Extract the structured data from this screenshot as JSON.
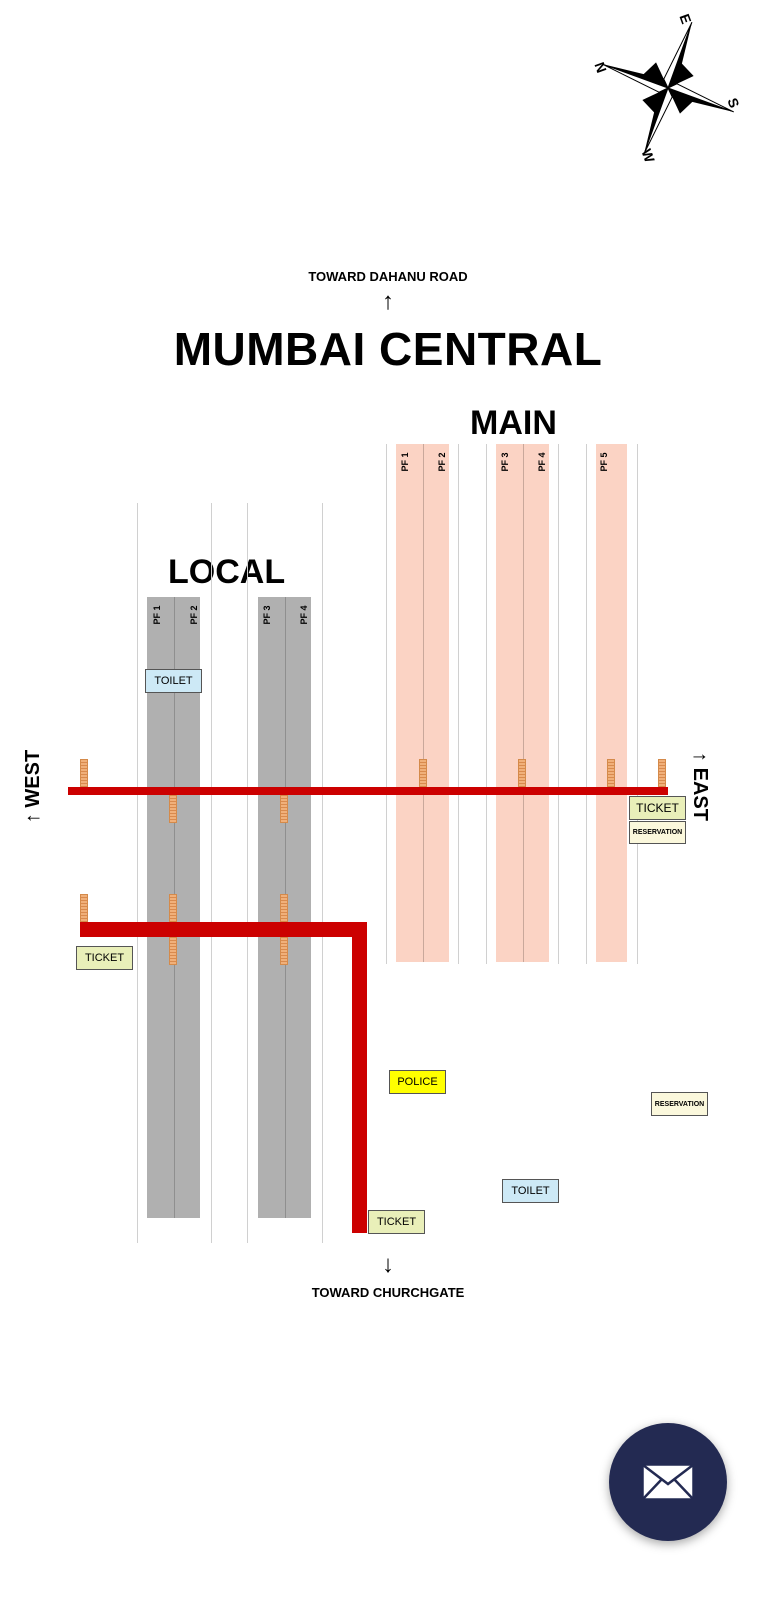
{
  "compass": {
    "n": "N",
    "e": "E",
    "s": "S",
    "w": "W",
    "icon": "compass-rose-icon"
  },
  "title": "MUMBAI CENTRAL",
  "north_direction": {
    "label": "TOWARD DAHANU ROAD",
    "arrow": "↑"
  },
  "south_direction": {
    "label": "TOWARD CHURCHGATE",
    "arrow": "↓"
  },
  "west_label": "↑ WEST",
  "east_label": "↑ EAST",
  "sections": {
    "main": "MAIN",
    "local": "LOCAL"
  },
  "local_platforms": [
    "PF 1",
    "PF 2",
    "PF 3",
    "PF 4"
  ],
  "main_platforms": [
    "PF 1",
    "PF 2",
    "PF 3",
    "PF 4",
    "PF 5"
  ],
  "facilities": {
    "toilet_local": "TOILET",
    "ticket_east": "TICKET",
    "reservation_east": "RESERVATION",
    "ticket_west": "TICKET",
    "police": "POLICE",
    "reservation_south": "RESERVATION",
    "toilet_south": "TOILET",
    "ticket_south": "TICKET"
  },
  "colors": {
    "bridge": "#cc0000",
    "local_platform": "#b0b0b0",
    "main_platform": "#fbd3c4",
    "fab": "#232a52"
  },
  "fab": {
    "icon": "mail-icon"
  }
}
